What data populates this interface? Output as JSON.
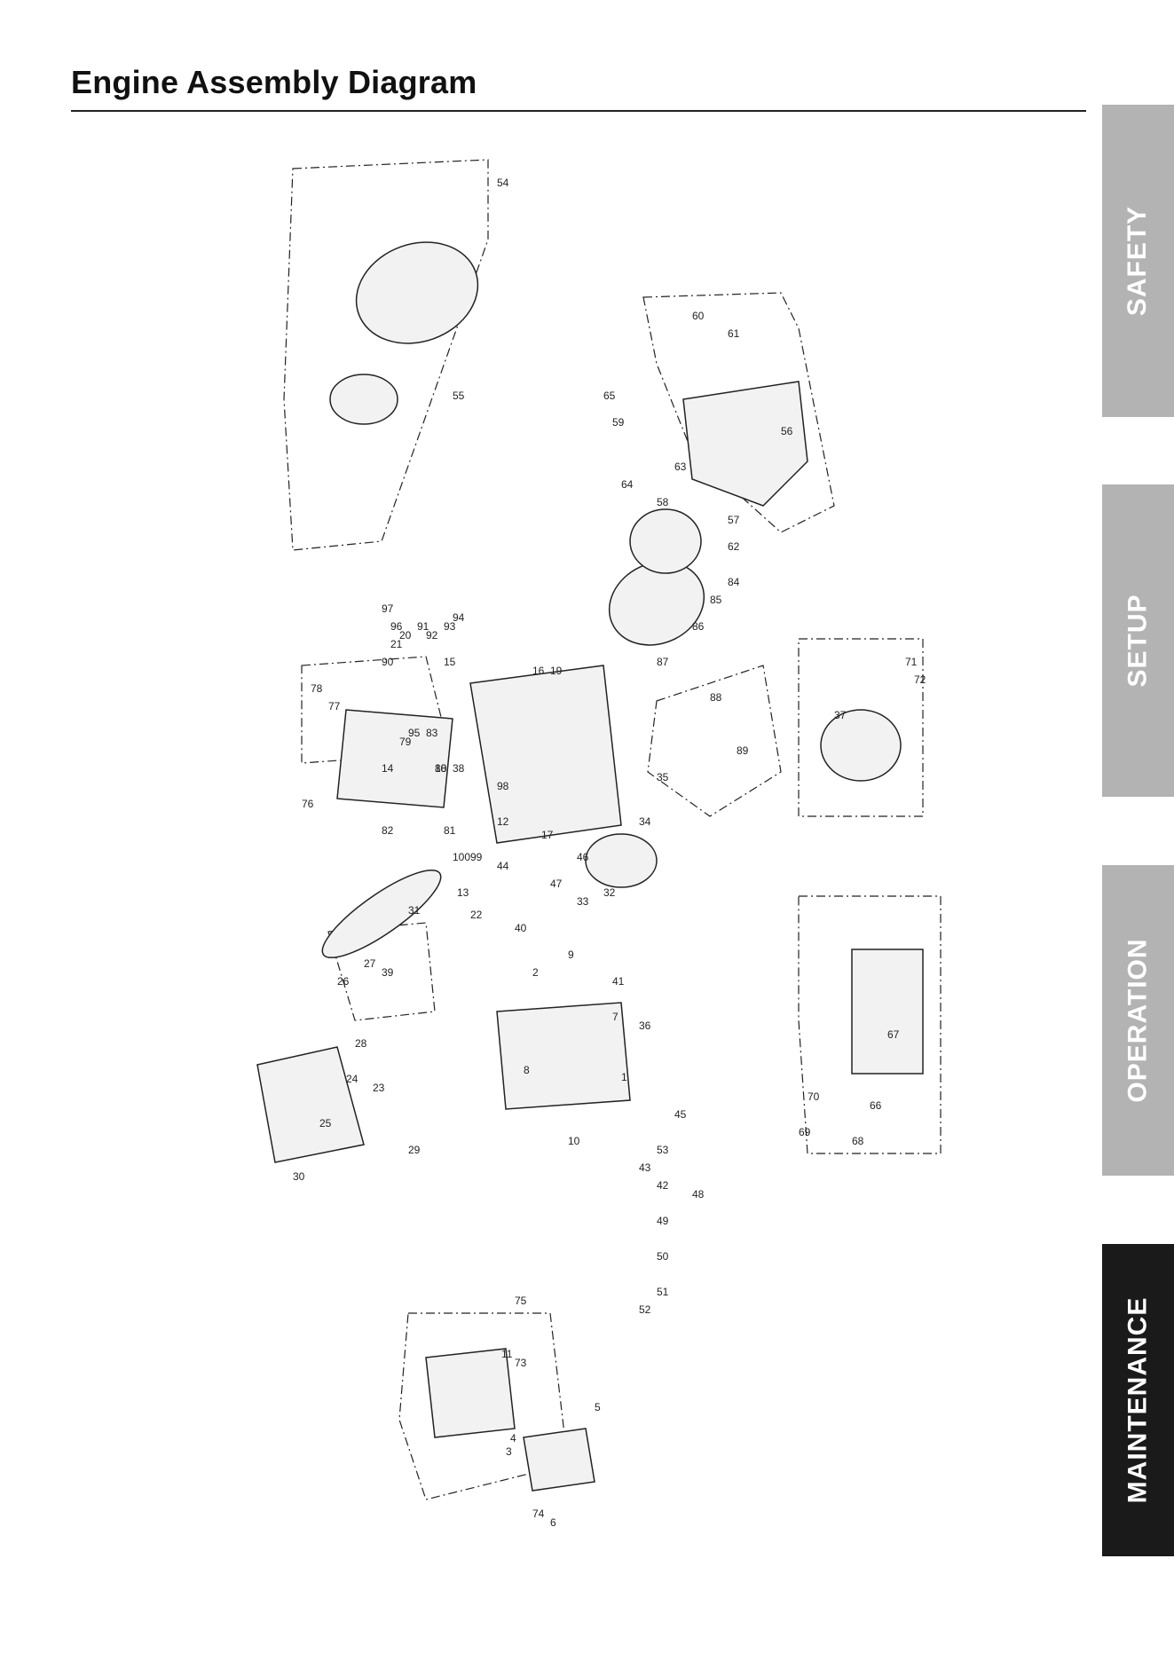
{
  "page": {
    "title": "Engine Assembly Diagram"
  },
  "tabs": [
    {
      "label": "SAFETY",
      "active": false
    },
    {
      "label": "SETUP",
      "active": false
    },
    {
      "label": "OPERATION",
      "active": false
    },
    {
      "label": "MAINTENANCE",
      "active": true
    }
  ],
  "colors": {
    "inactive_tab": "#b3b3b3",
    "active_tab": "#1a1a1a",
    "tab_text": "#ffffff",
    "line_art": "#222222"
  },
  "diagram": {
    "callouts": [
      "1",
      "2",
      "3",
      "4",
      "5",
      "6",
      "7",
      "8",
      "9",
      "10",
      "11",
      "12",
      "13",
      "14",
      "15",
      "16",
      "17",
      "18",
      "19",
      "20",
      "21",
      "22",
      "23",
      "24",
      "25",
      "26",
      "27",
      "28",
      "29",
      "30",
      "31",
      "32",
      "33",
      "34",
      "35",
      "36",
      "37",
      "38",
      "39",
      "40",
      "41",
      "42",
      "43",
      "44",
      "45",
      "46",
      "47",
      "48",
      "49",
      "50",
      "51",
      "52",
      "53",
      "54",
      "55",
      "56",
      "57",
      "58",
      "59",
      "60",
      "61",
      "62",
      "63",
      "64",
      "65",
      "66",
      "67",
      "68",
      "69",
      "70",
      "71",
      "72",
      "73",
      "74",
      "75",
      "76",
      "77",
      "78",
      "79",
      "80",
      "81",
      "82",
      "83",
      "84",
      "85",
      "86",
      "87",
      "88",
      "89",
      "90",
      "91",
      "92",
      "93",
      "94",
      "95",
      "96",
      "97",
      "98",
      "99",
      "100"
    ]
  }
}
